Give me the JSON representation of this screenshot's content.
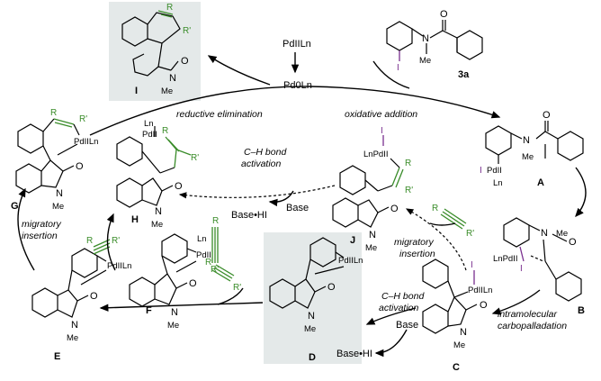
{
  "catalyst": {
    "pd2": "PdIILn",
    "pd0": "Pd0Ln"
  },
  "steps": {
    "reductive_elimination": "reductive elimination",
    "oxidative_addition": "oxidative addition",
    "ch_activation_top_1": "C–H bond",
    "ch_activation_top_2": "activation",
    "migratory_insertion_right_1": "migratory",
    "migratory_insertion_right_2": "insertion",
    "migratory_insertion_left_1": "migratory",
    "migratory_insertion_left_2": "insertion",
    "intramolecular_1": "intramolecular",
    "intramolecular_2": "carbopalladation",
    "ch_activation_bottom_1": "C–H bond",
    "ch_activation_bottom_2": "activation"
  },
  "reagents": {
    "base": "Base",
    "base_hi": "Base•HI",
    "base_bottom": "Base",
    "base_hi_bottom": "Base•HI"
  },
  "compounds": {
    "I": "I",
    "3a": "3a",
    "A": "A",
    "B": "B",
    "C": "C",
    "D": "D",
    "E": "E",
    "F": "F",
    "G": "G",
    "H": "H",
    "J": "J"
  },
  "atoms": {
    "N": "N",
    "O": "O",
    "Me": "Me",
    "I_atom": "I",
    "R": "R",
    "R_prime": "R'",
    "PdII": "PdII",
    "Ln": "Ln",
    "LnPdII": "LnPdII",
    "PdIILn": "PdIILn"
  },
  "colors": {
    "green": "#3a8c2a",
    "purple": "#7a2f8f",
    "box": "#e4e9e9"
  }
}
